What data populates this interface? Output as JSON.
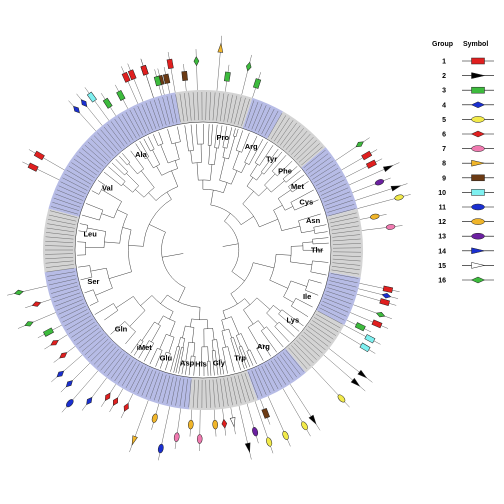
{
  "tree": {
    "amino_acids": [
      "Pro",
      "Arg",
      "Tyr",
      "Phe",
      "Met",
      "Cys",
      "Asn",
      "Thr",
      "Ile",
      "Lys",
      "Arg",
      "Trp",
      "Gly",
      "His",
      "Asp",
      "Glu",
      "iMet",
      "Gln",
      "Ser",
      "Leu",
      "Val",
      "Ala"
    ],
    "ring_colors": {
      "lavender": "#b7bce6",
      "gray": "#d4d4d4"
    }
  },
  "legend": {
    "group_header": "Group",
    "symbol_header": "Symbol",
    "groups": [
      {
        "number": "1",
        "shape": "rect-bar",
        "color": "#e01f1f"
      },
      {
        "number": "2",
        "shape": "arrow-right",
        "color": "#000000"
      },
      {
        "number": "3",
        "shape": "rect-bar",
        "color": "#3dbb3d"
      },
      {
        "number": "4",
        "shape": "diamond",
        "color": "#1a2fd0"
      },
      {
        "number": "5",
        "shape": "ellipse",
        "color": "#f2ea4a"
      },
      {
        "number": "6",
        "shape": "diamond",
        "color": "#e01f1f"
      },
      {
        "number": "7",
        "shape": "ellipse",
        "color": "#f07ab0"
      },
      {
        "number": "8",
        "shape": "arrow-right",
        "color": "#f0b52a"
      },
      {
        "number": "9",
        "shape": "rect-bar",
        "color": "#6b3a14"
      },
      {
        "number": "10",
        "shape": "rect-bar",
        "color": "#7ef0f0"
      },
      {
        "number": "11",
        "shape": "ellipse",
        "color": "#1a2fd0"
      },
      {
        "number": "12",
        "shape": "ellipse",
        "color": "#f0b52a"
      },
      {
        "number": "13",
        "shape": "ellipse",
        "color": "#6b20a0"
      },
      {
        "number": "14",
        "shape": "arrow-right",
        "color": "#1a2fd0"
      },
      {
        "number": "15",
        "shape": "arrow-right",
        "color": "#ffffff"
      },
      {
        "number": "16",
        "shape": "diamond",
        "color": "#3dbb3d"
      }
    ]
  }
}
